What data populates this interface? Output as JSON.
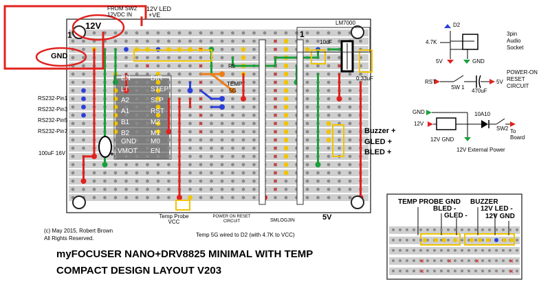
{
  "board": {
    "label_12v": "12V",
    "label_gnd": "GND",
    "label_from_sw2": "FROM SW2",
    "label_12vdc_in": "12VDC IN",
    "label_12v_led": "12V LED",
    "label_plus_ve": "+VE",
    "label_1_left": "1",
    "label_1_right": "1",
    "label_lm7000": "LM7000",
    "label_10uf": "10uF",
    "label_033uf": "0.33uF",
    "label_r5": "R5",
    "label_temp": "TEMP",
    "label_5g": "5G",
    "label_100uf": "100uF 16V",
    "label_plus": "+",
    "rs232_labels": [
      "RS232-Pin1",
      "RS232-Pin3",
      "RS232-Pin5",
      "RS232-Pin7"
    ],
    "drv_left_pins": [
      "EN",
      "LT",
      "A2",
      "A1",
      "B1",
      "B2",
      "GND",
      "VMOT"
    ],
    "drv_right_pins": [
      "DIR",
      "STEP",
      "SLP",
      "RST",
      "M2",
      "M1",
      "M0",
      "EN"
    ],
    "buzzer": "Buzzer +",
    "gled": "GLED +",
    "bled": "BLED +",
    "bottom_5v": "5V",
    "temp_probe_vcc": "Temp Probe VCC",
    "power_on_reset": "POWER ON RESET CIRCUIT",
    "sm_label": "SMLOGJIN",
    "temp_note": "Temp 5G wired to D2 (with 4.7K to VCC)",
    "copyright_1": "(c) May 2015, Robert Brown",
    "copyright_2": "All Rights Reserved.",
    "title_1": "myFOCUSER NANO+DRV8825  MINIMAL WITH TEMP",
    "title_2": "COMPACT DESIGN LAYOUT  V203"
  },
  "schematics": {
    "audio": {
      "d2": "D2",
      "r47k": "4.7K",
      "v5": "5V",
      "gnd": "GND",
      "caption_1": "3pin",
      "caption_2": "Audio",
      "caption_3": "Socket"
    },
    "reset": {
      "rst": "RST",
      "sw1": "SW 1",
      "cap": "470uF",
      "v5": "5V",
      "caption_1": "POWER-ON",
      "caption_2": "RESET",
      "caption_3": "CIRCUIT"
    },
    "power": {
      "gnd": "GND",
      "v12": "12V",
      "diode": "10A10",
      "sw2": "SW2",
      "to_1": "To",
      "to_2": "Board",
      "gnd12": "12V GND",
      "caption": "12V External Power"
    }
  },
  "inset": {
    "temp_probe_gnd": "TEMP PROBE GND",
    "buzzer": "BUZZER",
    "bled": "BLED -",
    "gled": "GLED -",
    "led12": "12V LED -",
    "gnd12": "12V GND"
  },
  "colors": {
    "red": "#e0221e",
    "green": "#19a13a",
    "yellow": "#f0c400",
    "blue": "#2b3fd8",
    "orange": "#ef7d16",
    "hole": "#8a8a8a",
    "strip": "#cfcfcf"
  }
}
